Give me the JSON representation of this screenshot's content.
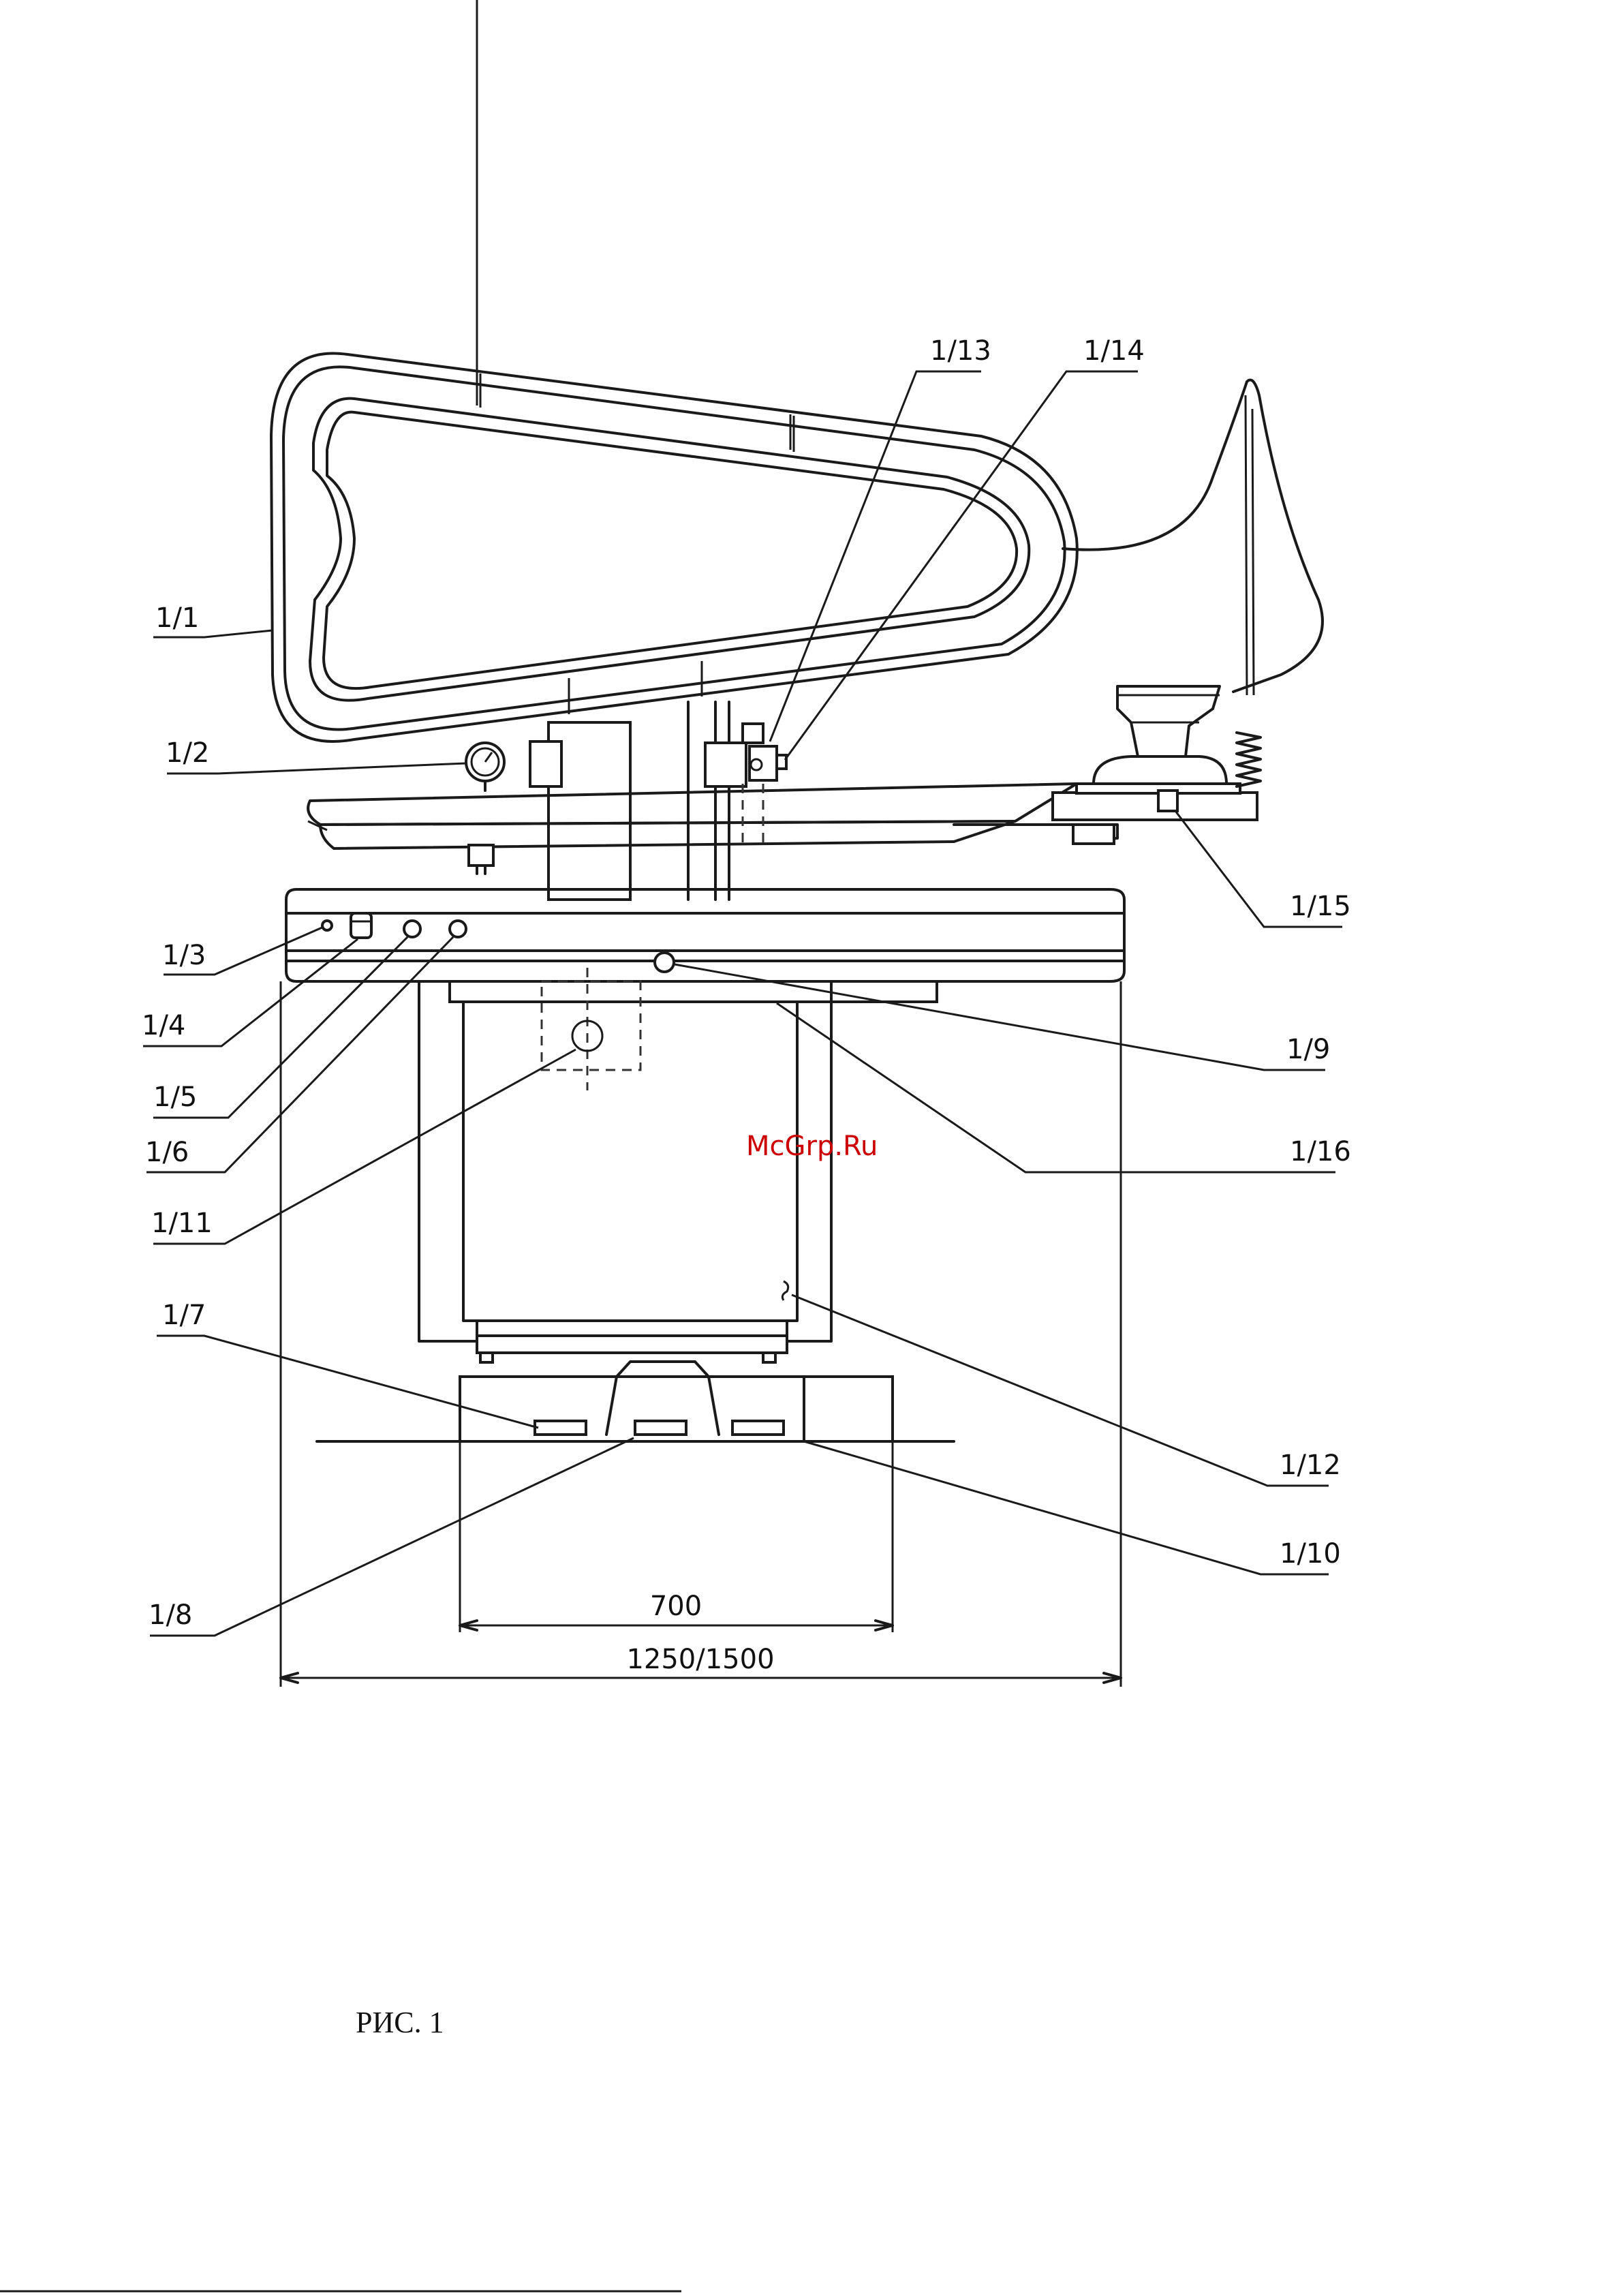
{
  "labels": {
    "l1_1": "1/1",
    "l1_2": "1/2",
    "l1_3": "1/3",
    "l1_4": "1/4",
    "l1_5": "1/5",
    "l1_6": "1/6",
    "l1_7": "1/7",
    "l1_8": "1/8",
    "l1_9": "1/9",
    "l1_10": "1/10",
    "l1_11": "1/11",
    "l1_12": "1/12",
    "l1_13": "1/13",
    "l1_14": "1/14",
    "l1_15": "1/15",
    "l1_16": "1/16"
  },
  "dimensions": {
    "base_width": "700",
    "overall_width": "1250/1500"
  },
  "watermark": "McGrp.Ru",
  "caption": "РИС. 1",
  "colors": {
    "line": "#1a1a1a",
    "watermark": "#cc0000"
  }
}
